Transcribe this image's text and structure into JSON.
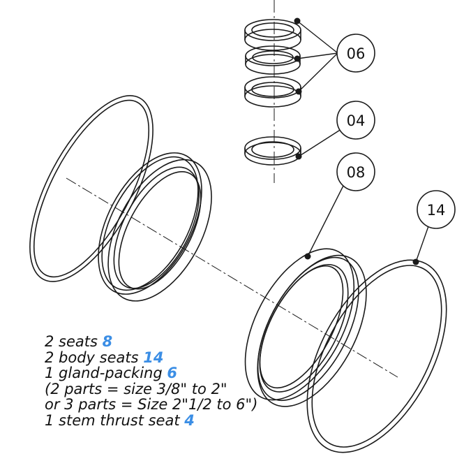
{
  "callouts": [
    "06",
    "04",
    "08",
    "14"
  ],
  "legend": {
    "line1_text": "2 seats ",
    "line1_num": "8",
    "line2_text": "2 body seats ",
    "line2_num": "14",
    "line3_text": "1 gland-packing ",
    "line3_num": "6",
    "line4_text": "(2 parts = size 3/8\" to 2\"",
    "line5_text": "or 3 parts = Size 2\"1/2 to 6\")",
    "line6_text": "1 stem thrust seat ",
    "line6_num": "4"
  },
  "colors": {
    "line": "#1a1a1a",
    "accent_number": "#3b8ee5"
  }
}
